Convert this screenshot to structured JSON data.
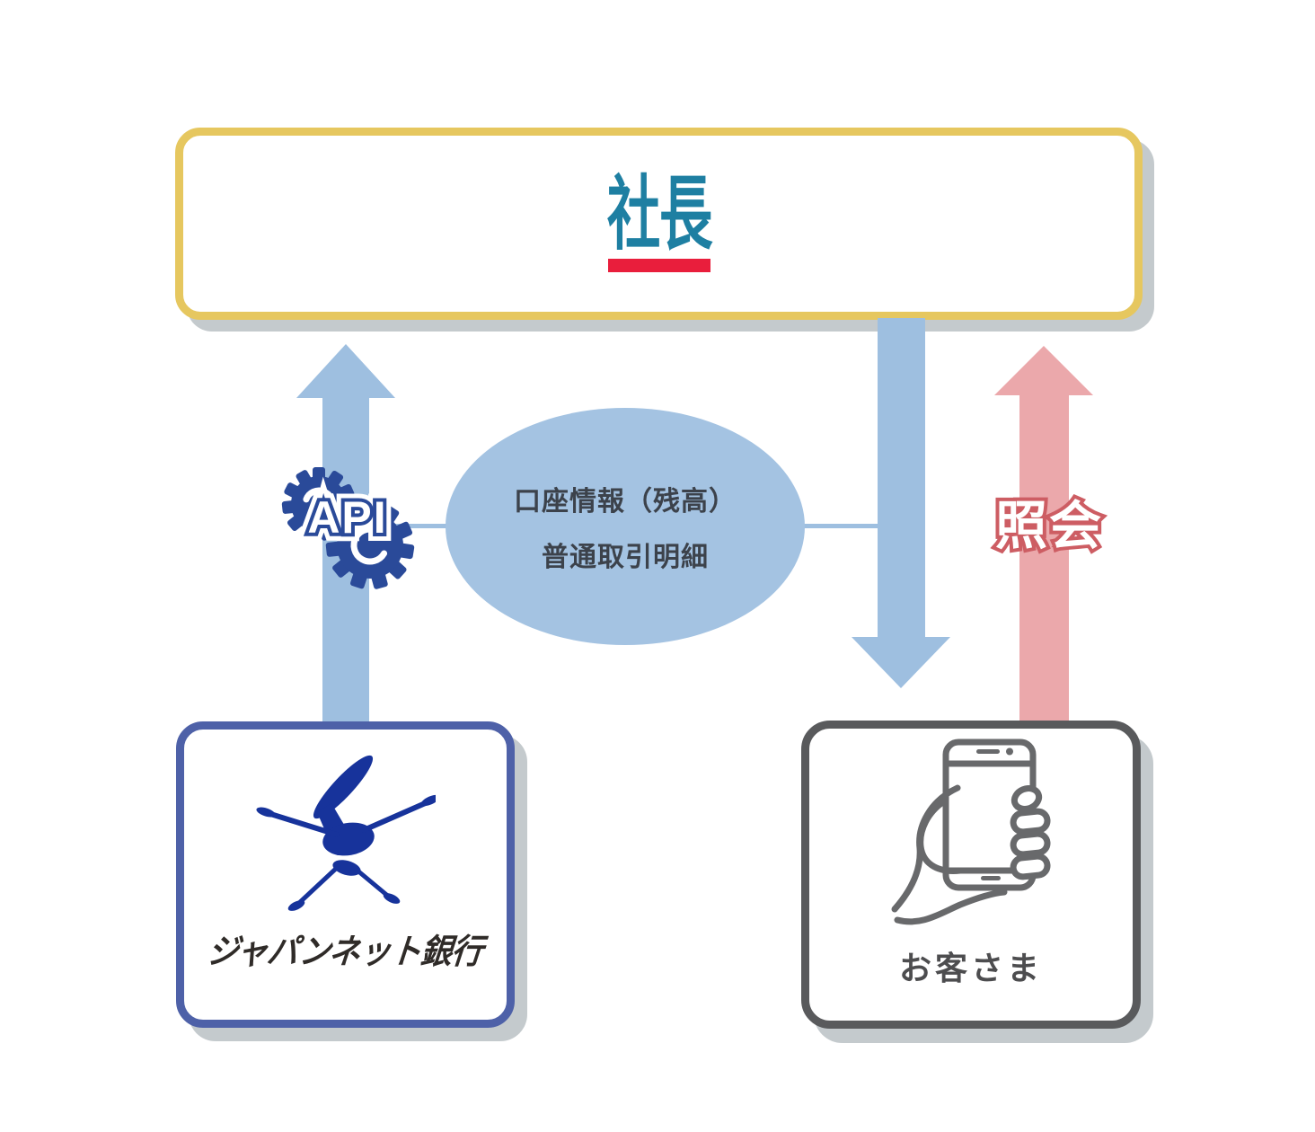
{
  "diagram": {
    "president_box": {
      "logo": "社長"
    },
    "data_ellipse": {
      "line1": "口座情報（残高）",
      "line2": "普通取引明細"
    },
    "api_badge": {
      "label": "API"
    },
    "inquiry_arrow": {
      "label": "照会"
    },
    "bank_box": {
      "name": "ジャパンネット銀行"
    },
    "customer_box": {
      "label": "お客さま"
    },
    "colors": {
      "president_border_yellow": "#e6c75f",
      "president_logo_teal": "#1e7fa2",
      "president_underline_red": "#e91e3c",
      "flow_arrow_blue": "#9ebfe0",
      "ellipse_fill_blue": "#a4c3e2",
      "ellipse_text": "#3c424b",
      "inquiry_arrow_pink": "#eba8ab",
      "inquiry_text_stroke": "#cd5d63",
      "api_gear_navy": "#2a4a99",
      "bank_logo_blue": "#17339b",
      "bank_border_blue": "#4e61a8",
      "customer_border_gray": "#595a5c",
      "hand_phone_gray": "#68696b",
      "drop_shadow_gray": "#c4cacd"
    }
  }
}
